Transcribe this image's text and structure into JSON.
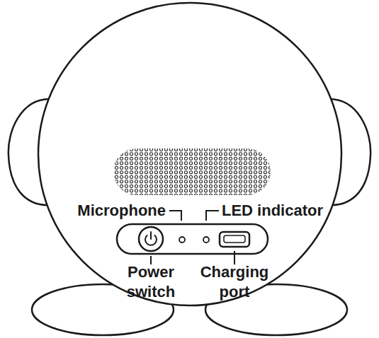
{
  "diagram": {
    "labels": [
      "Microphone",
      "LED indicator",
      "Power switch",
      "Charging port"
    ]
  }
}
